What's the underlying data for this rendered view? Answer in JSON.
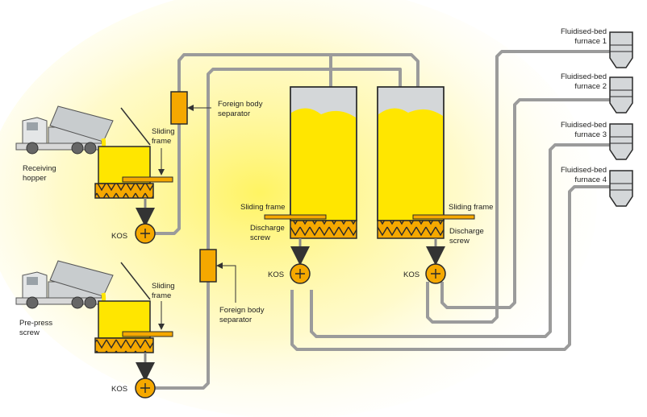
{
  "colors": {
    "pipe": "#9b9b9b",
    "material": "#ffe600",
    "orange": "#f5a800",
    "steel": "#cfd2d4",
    "outline": "#2a2a2a"
  },
  "labels": {
    "receiving_hopper": [
      "Receiving",
      "hopper"
    ],
    "pre_press_screw": [
      "Pre-press",
      "screw"
    ],
    "sliding_frame_top": [
      "Sliding",
      "frame"
    ],
    "sliding_frame_bottom": [
      "Sliding",
      "frame"
    ],
    "foreign_body_top": [
      "Foreign body",
      "separator"
    ],
    "foreign_body_bottom": [
      "Foreign body",
      "separator"
    ],
    "kos_hopper_top": "KOS",
    "kos_hopper_bottom": "KOS",
    "kos_silo_left": "KOS",
    "kos_silo_right": "KOS",
    "sliding_frame_silo_left": "Sliding frame",
    "sliding_frame_silo_right": "Sliding frame",
    "discharge_screw_left": [
      "Discharge",
      "screw"
    ],
    "discharge_screw_right": [
      "Discharge",
      "screw"
    ],
    "furnace_1": [
      "Fluidised-bed",
      "furnace 1"
    ],
    "furnace_2": [
      "Fluidised-bed",
      "furnace 2"
    ],
    "furnace_3": [
      "Fluidised-bed",
      "furnace 3"
    ],
    "furnace_4": [
      "Fluidised-bed",
      "furnace 4"
    ]
  }
}
